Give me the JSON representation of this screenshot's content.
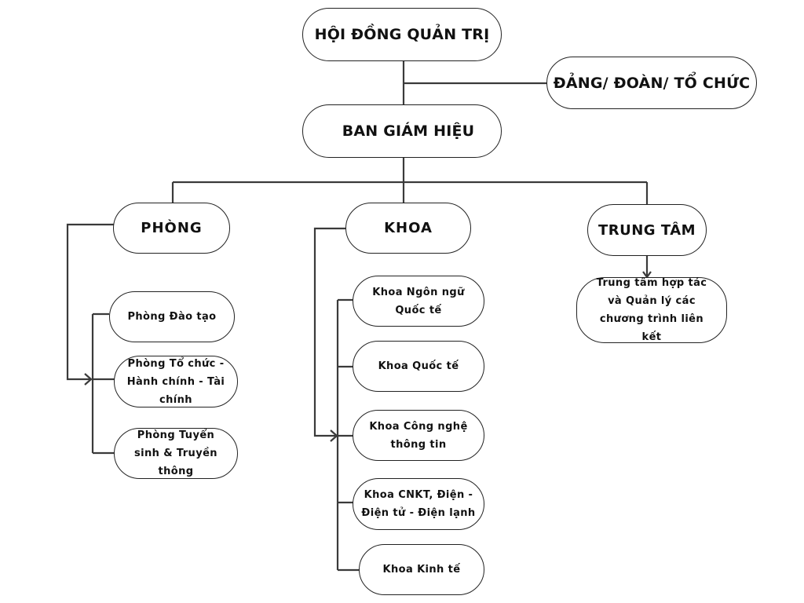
{
  "diagram": {
    "type": "org-chart",
    "root": "HỘI ĐỒNG QUẢN TRỊ",
    "side_unit": "ĐẢNG/ ĐOÀN/ TỔ CHỨC",
    "board": "BAN GIÁM HIỆU",
    "groups": {
      "phong": {
        "title": "PHÒNG",
        "items": [
          "Phòng Đào tạo",
          "Phòng Tổ chức - Hành chính - Tài chính",
          "Phòng Tuyển sinh & Truyền thông"
        ]
      },
      "khoa": {
        "title": "KHOA",
        "items": [
          "Khoa Ngôn ngữ Quốc tế",
          "Khoa Quốc tế",
          "Khoa Công nghệ thông tin",
          "Khoa CNKT, Điện - Điện tử - Điện lạnh",
          "Khoa Kinh tế"
        ]
      },
      "trungtam": {
        "title": "TRUNG TÂM",
        "items": [
          "Trung tâm hợp tác và Quản lý các chương trình liên kết"
        ]
      }
    },
    "colors": {
      "line": "#3a3a3a",
      "border": "#222222",
      "fill": "#ffffff"
    }
  }
}
